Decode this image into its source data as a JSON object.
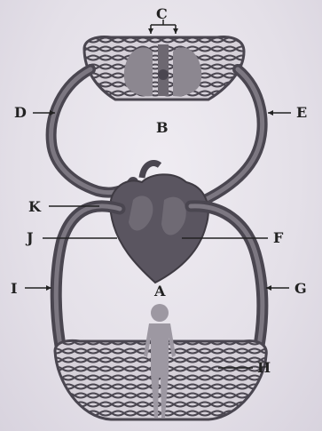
{
  "labels": {
    "A": "A",
    "B": "B",
    "C": "C",
    "D": "D",
    "E": "E",
    "F": "F",
    "G": "G",
    "H": "H",
    "I": "I",
    "J": "J",
    "K": "K"
  },
  "colors": {
    "vessel": "#4a4650",
    "lung": "#8c8790",
    "heart": "#5a5560",
    "body": "#9d98a2",
    "capillary_bg": "#d6d1d9",
    "ink": "#222222"
  }
}
